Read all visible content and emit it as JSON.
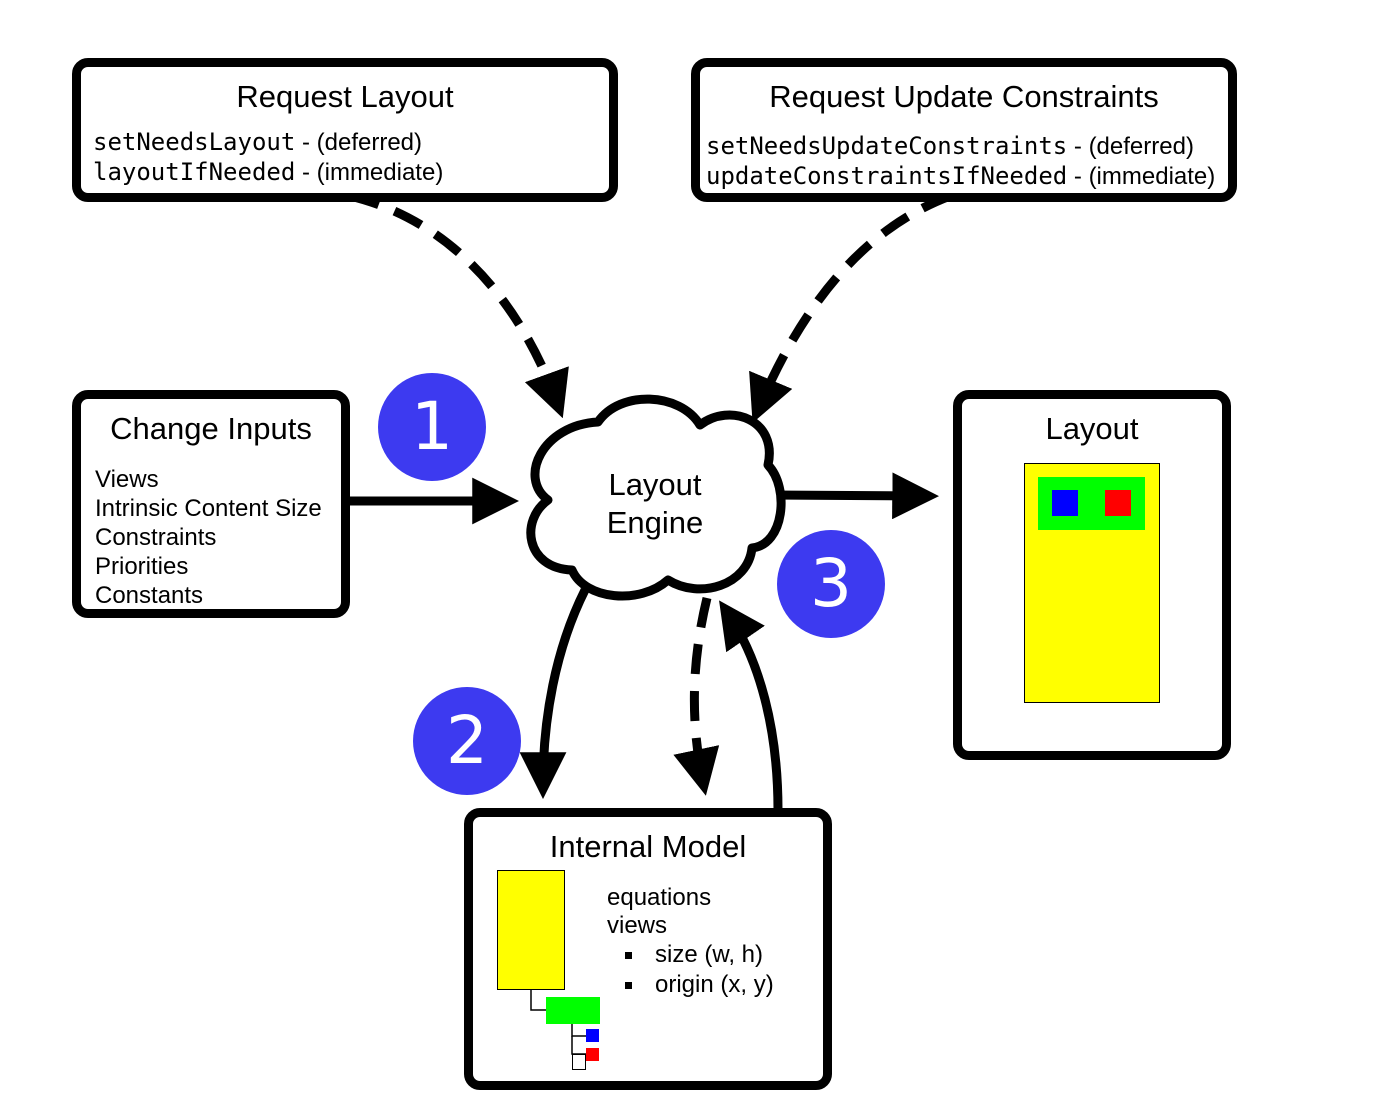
{
  "request_layout": {
    "title": "Request Layout",
    "items": [
      {
        "method": "setNeedsLayout",
        "note": " - (deferred)"
      },
      {
        "method": "layoutIfNeeded",
        "note": " - (immediate)"
      }
    ]
  },
  "request_update_constraints": {
    "title": "Request Update Constraints",
    "items": [
      {
        "method": "setNeedsUpdateConstraints",
        "note": " - (deferred)"
      },
      {
        "method": "updateConstraintsIfNeeded",
        "note": " - (immediate)"
      }
    ]
  },
  "change_inputs": {
    "title": "Change Inputs",
    "items": [
      "Views",
      "Intrinsic Content Size",
      "Constraints",
      "Priorities",
      "Constants"
    ]
  },
  "layout_engine": {
    "line1": "Layout",
    "line2": "Engine"
  },
  "layout_box": {
    "title": "Layout"
  },
  "internal_model": {
    "title": "Internal Model",
    "items": [
      "equations",
      "views"
    ],
    "sub_items": [
      "size (w, h)",
      "origin (x, y)"
    ]
  },
  "steps": [
    "1",
    "2",
    "3"
  ],
  "colors": {
    "step_badge": "#3d3af0",
    "view_yellow": "#ffff00",
    "view_green": "#00ff00",
    "view_blue": "#0000ff",
    "view_red": "#ff0000"
  }
}
